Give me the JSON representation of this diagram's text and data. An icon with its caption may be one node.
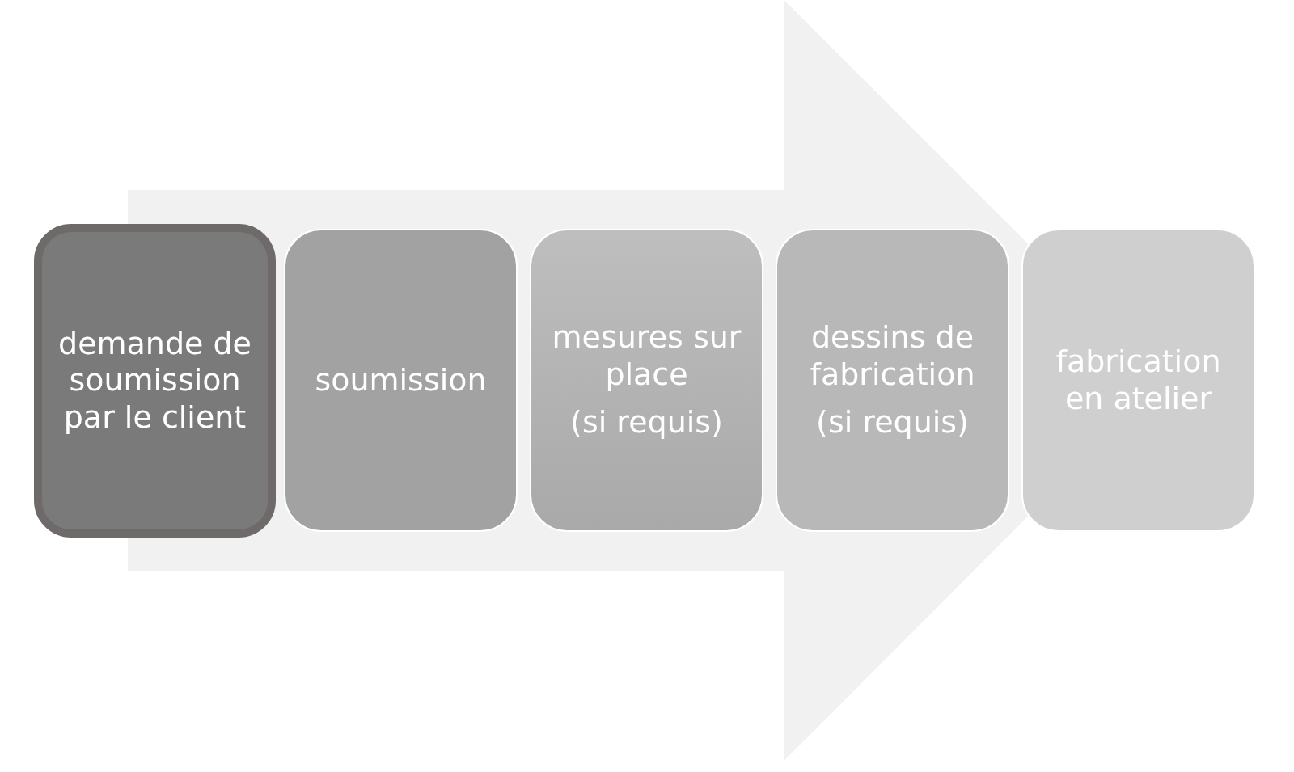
{
  "diagram": {
    "nodes": [
      {
        "text": [
          "demande de soumission par le client"
        ]
      },
      {
        "text": [
          "soumission"
        ]
      },
      {
        "text": [
          "mesures sur place",
          "(si requis)"
        ]
      },
      {
        "text": [
          "dessins de fabrication",
          "(si requis)"
        ]
      },
      {
        "text": [
          "fabrication en atelier"
        ]
      }
    ],
    "edges": [
      {
        "from": 0,
        "to": 4,
        "arrow": "to"
      }
    ]
  }
}
